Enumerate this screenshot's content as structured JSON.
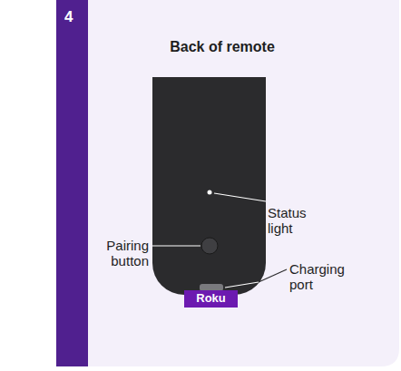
{
  "diagram": {
    "title": "Back of remote",
    "nodes": [
      {
        "text": [
          "4"
        ]
      },
      {
        "text": [
          "Roku"
        ]
      }
    ],
    "labels": [
      "Status light",
      "Pairing button",
      "Charging port"
    ]
  }
}
